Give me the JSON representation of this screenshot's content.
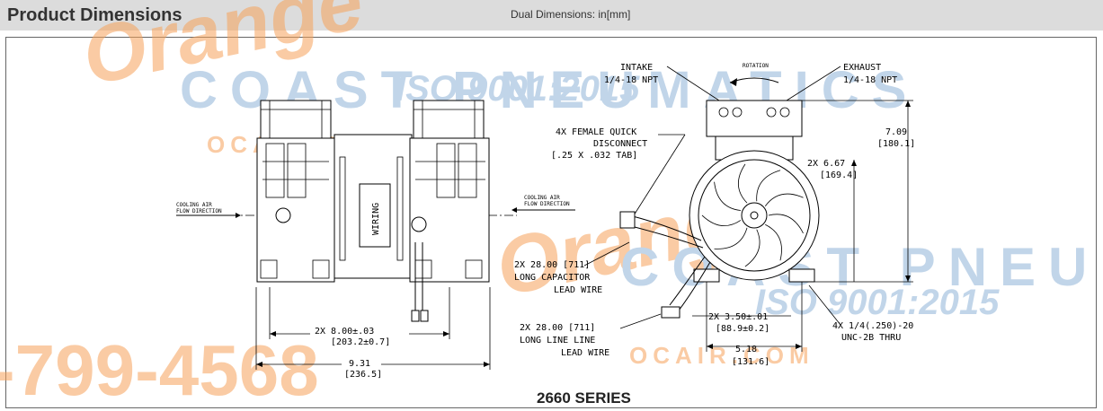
{
  "header": {
    "title": "Product Dimensions",
    "subtitle": "Dual Dimensions:  in[mm]"
  },
  "watermark": {
    "brand": "Orange",
    "line1": "COAST PNEUMATICS",
    "line2": "ISO 9001:2015",
    "phone": "-799-4568",
    "site": "OCAIR.COM"
  },
  "labels": {
    "cooling_left_1": "COOLING AIR",
    "cooling_left_2": "FLOW DIRECTION",
    "cooling_right_1": "COOLING AIR",
    "cooling_right_2": "FLOW DIRECTION",
    "wiring": "WIRING",
    "dim_8_1": "2X 8.00±.03",
    "dim_8_2": "[203.2±0.7]",
    "dim_9_1": "9.31",
    "dim_9_2": "[236.5]",
    "intake_1": "INTAKE",
    "intake_2": "1/4-18 NPT",
    "rotation": "ROTATION",
    "exhaust_1": "EXHAUST",
    "exhaust_2": "1/4-18 NPT",
    "quick_1": "4X FEMALE QUICK",
    "quick_2": "DISCONNECT",
    "quick_3": "[.25 X .032 TAB]",
    "dim_709_1": "7.09",
    "dim_709_2": "[180.1]",
    "dim_667_1": "2X 6.67",
    "dim_667_2": "[169.4]",
    "cap_1": "2X 28.00 [711]",
    "cap_2": "LONG CAPACITOR",
    "cap_3": "LEAD WIRE",
    "line_1": "2X 28.00 [711]",
    "line_2": "LONG LINE LINE",
    "line_3": "LEAD WIRE",
    "dim_350_1": "2X 3.50±.01",
    "dim_350_2": "[88.9±0.2]",
    "dim_518_1": "5.18",
    "dim_518_2": "[131.6]",
    "thru_1": "4X 1/4(.250)-20",
    "thru_2": "UNC-2B THRU"
  },
  "caption": "2660 SERIES",
  "colors": {
    "header_bg": "#dcdcdc",
    "watermark_orange": "#f6a25a",
    "watermark_blue": "#8fb3d8",
    "line": "#000000"
  }
}
